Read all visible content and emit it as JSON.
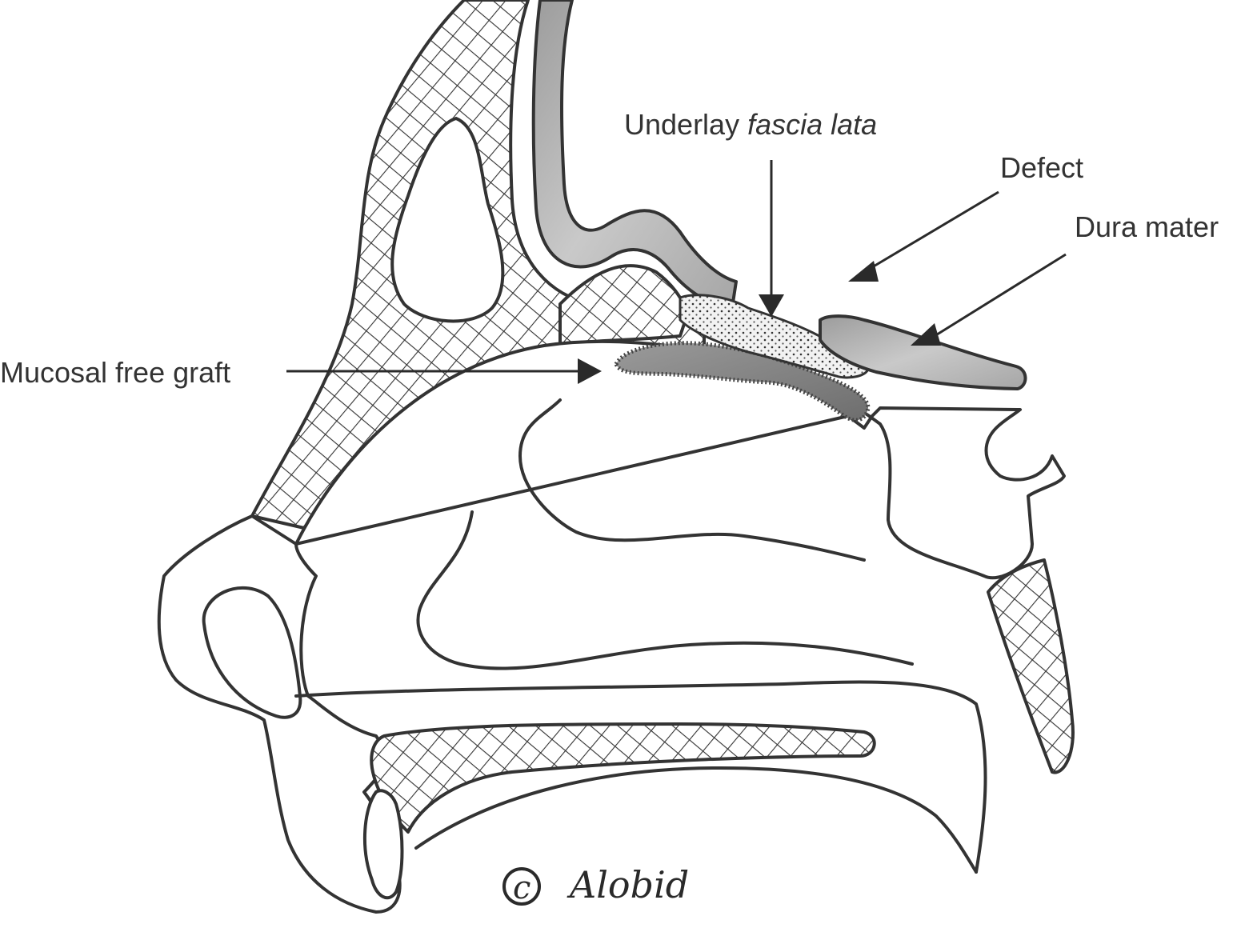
{
  "labels": {
    "underlay_prefix": "Underlay ",
    "underlay_italic": "fascia lata",
    "defect": "Defect",
    "dura_mater": "Dura mater",
    "mucosal_free_graft": "Mucosal free graft"
  },
  "signature": {
    "copyright_symbol": "c",
    "author": "Alobid"
  },
  "colors": {
    "ink": "#333333",
    "dura_fill": "#b8b8b8",
    "mucosa_fill": "#8a8a8a"
  }
}
